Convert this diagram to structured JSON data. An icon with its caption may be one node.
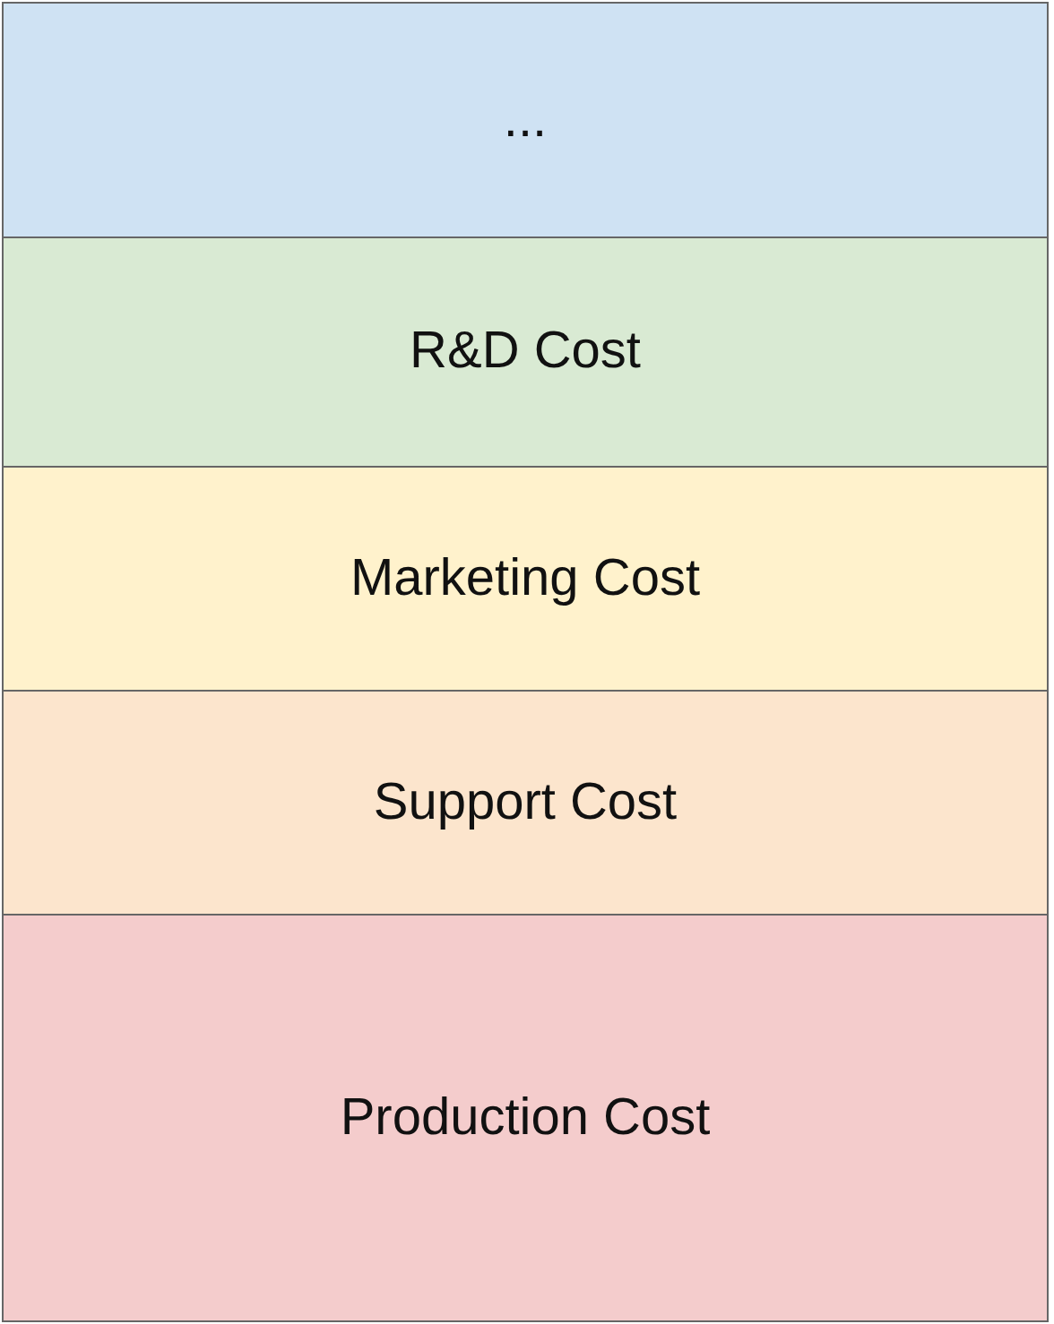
{
  "diagram": {
    "nodes": [
      {
        "text": [
          "..."
        ]
      },
      {
        "text": [
          "R&D Cost"
        ]
      },
      {
        "text": [
          "Marketing Cost"
        ]
      },
      {
        "text": [
          "Support Cost"
        ]
      },
      {
        "text": [
          "Production Cost"
        ]
      }
    ]
  }
}
